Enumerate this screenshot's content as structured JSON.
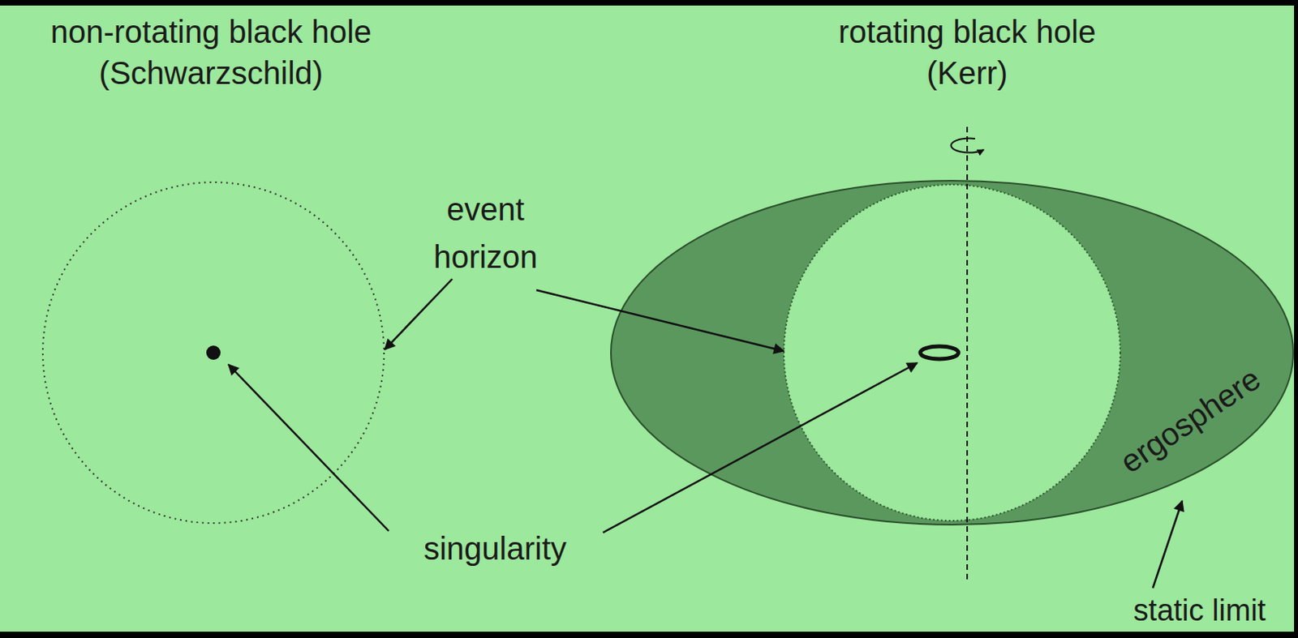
{
  "diagram": {
    "labels": [
      "non-rotating black hole (Schwarzschild)",
      "rotating black hole (Kerr)",
      "event horizon",
      "singularity",
      "ergosphere",
      "static limit"
    ]
  }
}
